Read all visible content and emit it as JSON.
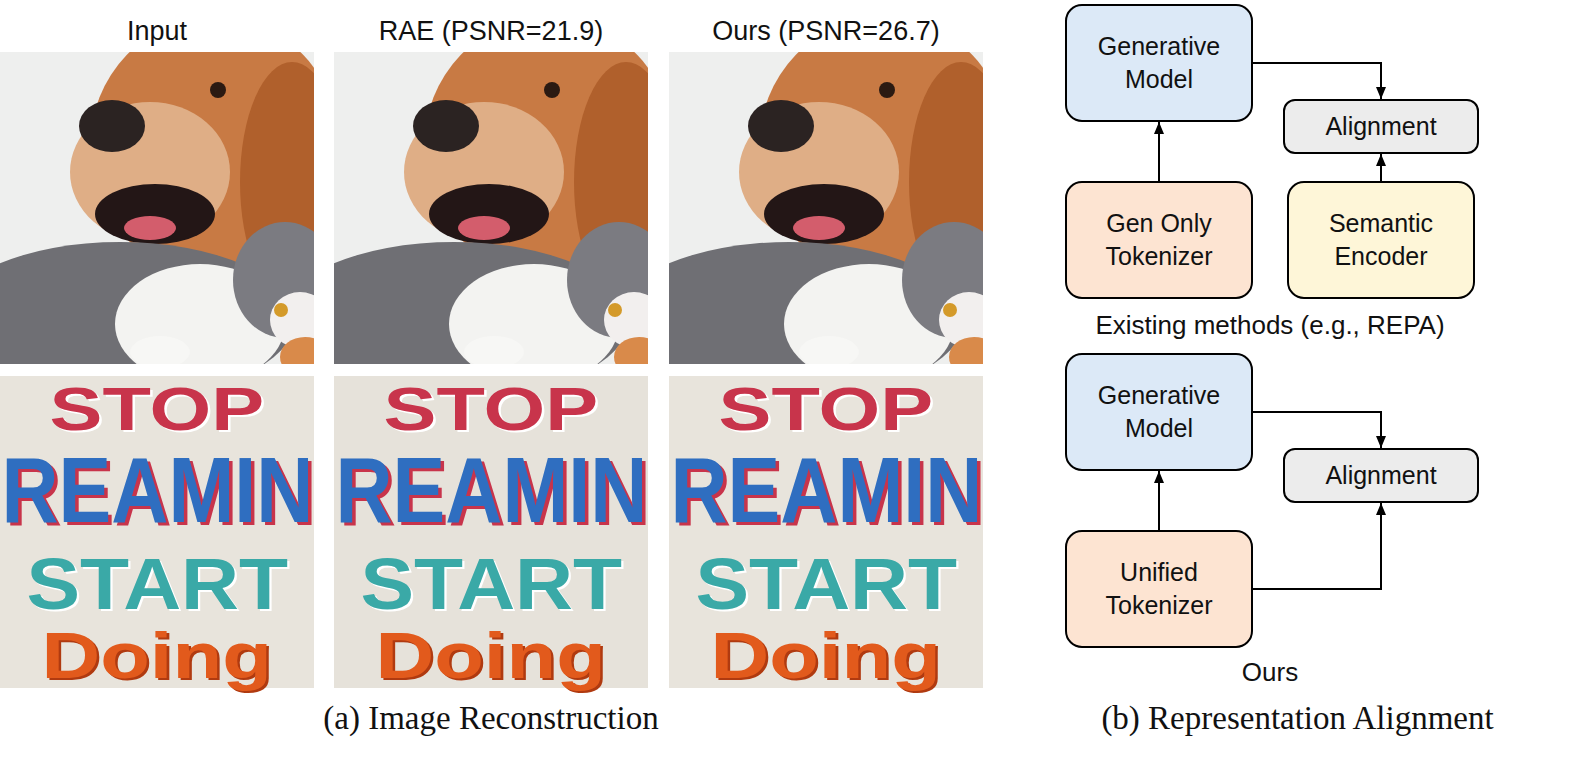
{
  "diagram": {
    "nodes": [
      {
        "text": [
          "Generative Model"
        ]
      },
      {
        "text": [
          "Alignment"
        ]
      },
      {
        "text": [
          "Gen Only Tokenizer"
        ]
      },
      {
        "text": [
          "Semantic Encoder"
        ]
      },
      {
        "text": [
          "Generative Model"
        ]
      },
      {
        "text": [
          "Alignment"
        ]
      },
      {
        "text": [
          "Unified Tokenizer"
        ]
      }
    ],
    "edges": [
      {
        "from": 2,
        "to": 0,
        "arrow": "to"
      },
      {
        "from": 0,
        "to": 1,
        "arrow": "to"
      },
      {
        "from": 3,
        "to": 1,
        "arrow": "to"
      },
      {
        "from": 6,
        "to": 4,
        "arrow": "to"
      },
      {
        "from": 4,
        "to": 5,
        "arrow": "to"
      },
      {
        "from": 6,
        "to": 5,
        "arrow": "to"
      }
    ],
    "labels": [
      "Input",
      "RAE (PSNR=21.9)",
      "Ours (PSNR=26.7)",
      "STOP",
      "REAMIN",
      "START",
      "Doing",
      "STOP",
      "REAMIN",
      "START",
      "Doing",
      "STOP",
      "REAMIN",
      "START",
      "Doing",
      "Existing methods (e.g., REPA)",
      "Ours",
      "(a) Image Reconstruction",
      "(b) Representation Alignment"
    ]
  }
}
